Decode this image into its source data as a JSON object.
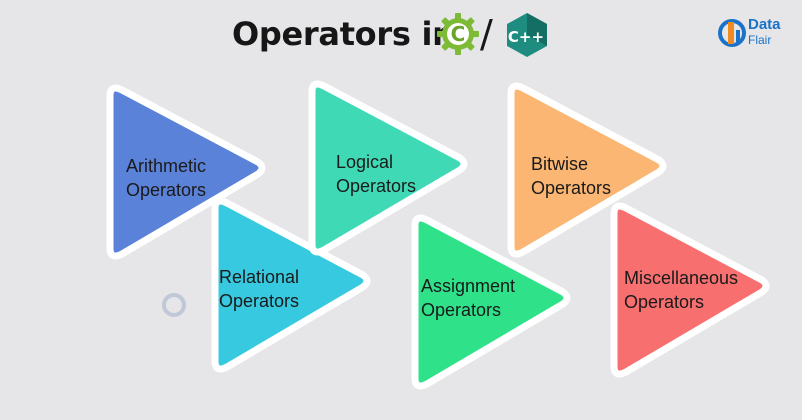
{
  "header": {
    "title": "Operators in",
    "separator": "/",
    "c_logo_icon": "c-gear-icon",
    "c_logo_letter": "C",
    "cpp_logo_icon": "cpp-hexagon-icon",
    "cpp_logo_text": "C++"
  },
  "brand": {
    "icon": "dataflair-logo-icon",
    "line1": "Data",
    "line2": "Flair"
  },
  "operators": [
    {
      "line1": "Arithmetic",
      "line2": "Operators",
      "color": "#5b82d9"
    },
    {
      "line1": "Relational",
      "line2": "Operators",
      "color": "#37c9e0"
    },
    {
      "line1": "Logical",
      "line2": "Operators",
      "color": "#40d9b6"
    },
    {
      "line1": "Assignment",
      "line2": "Operators",
      "color": "#2fe28a"
    },
    {
      "line1": "Bitwise",
      "line2": "Operators",
      "color": "#fbb673"
    },
    {
      "line1": "Miscellaneous",
      "line2": "Operators",
      "color": "#f76f6f"
    }
  ],
  "colors": {
    "background": "#e6e6e8",
    "title_text": "#161616",
    "c_logo_green": "#7dbb36",
    "cpp_logo_teal": "#1e8c7e",
    "brand_blue": "#1a73c9"
  }
}
